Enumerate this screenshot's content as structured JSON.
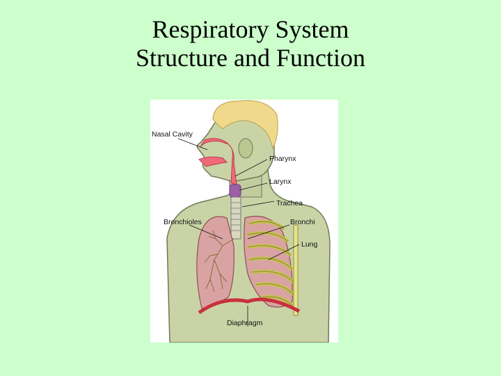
{
  "slide": {
    "title_line1": "Respiratory System",
    "title_line2": "Structure and Function"
  },
  "diagram": {
    "labels": {
      "nasal_cavity": "Nasal Cavity",
      "pharynx": "Pharynx",
      "larynx": "Larynx",
      "trachea": "Trachea",
      "bronchioles": "Bronchioles",
      "bronchi": "Bronchi",
      "lung": "Lung",
      "diaphragm": "Diaphragm"
    },
    "colors": {
      "background": "#ccffcc",
      "skin": "#c9d3a6",
      "hair": "#f0d98a",
      "airway": "#f06a7a",
      "larynx": "#9b5fa6",
      "lung": "#d9a3a3",
      "rib": "#e8e48a",
      "diaphragm": "#c8303d"
    }
  }
}
